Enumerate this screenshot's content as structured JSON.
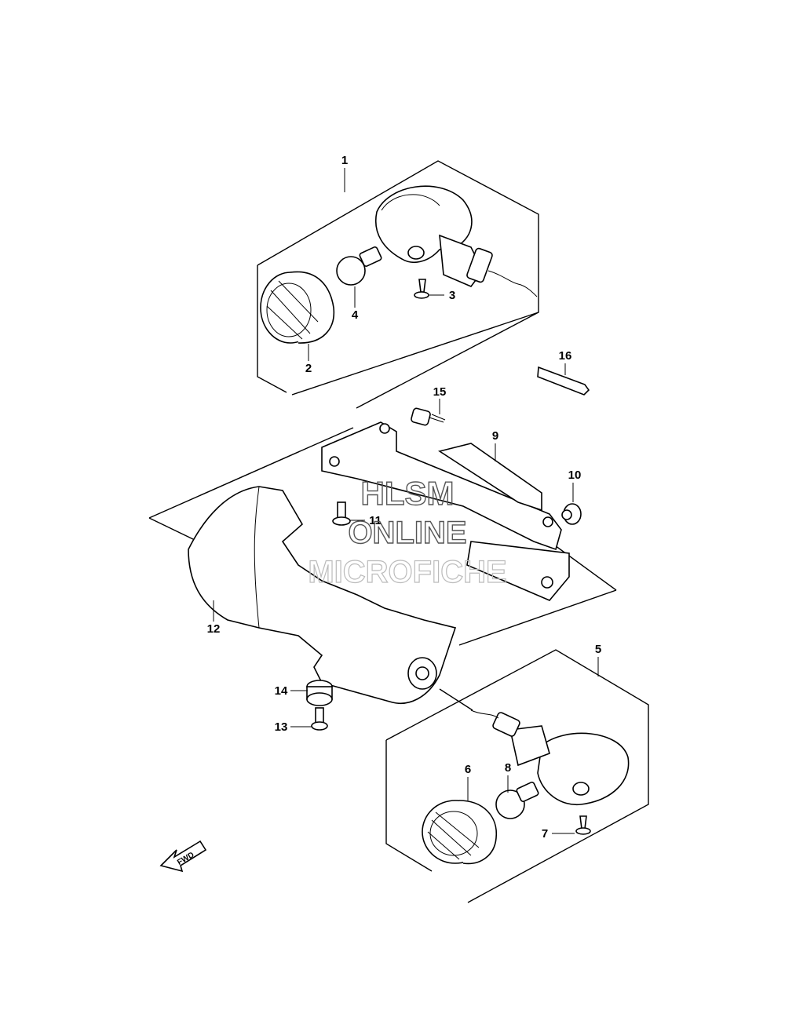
{
  "callouts": [
    "1",
    "2",
    "3",
    "4",
    "5",
    "6",
    "7",
    "8",
    "9",
    "10",
    "11",
    "12",
    "13",
    "14",
    "15",
    "16"
  ],
  "watermark": {
    "line1": "HLSM",
    "line2": "ONLINE",
    "line3": "MICROFICHE"
  },
  "fwd_label": "FWD"
}
